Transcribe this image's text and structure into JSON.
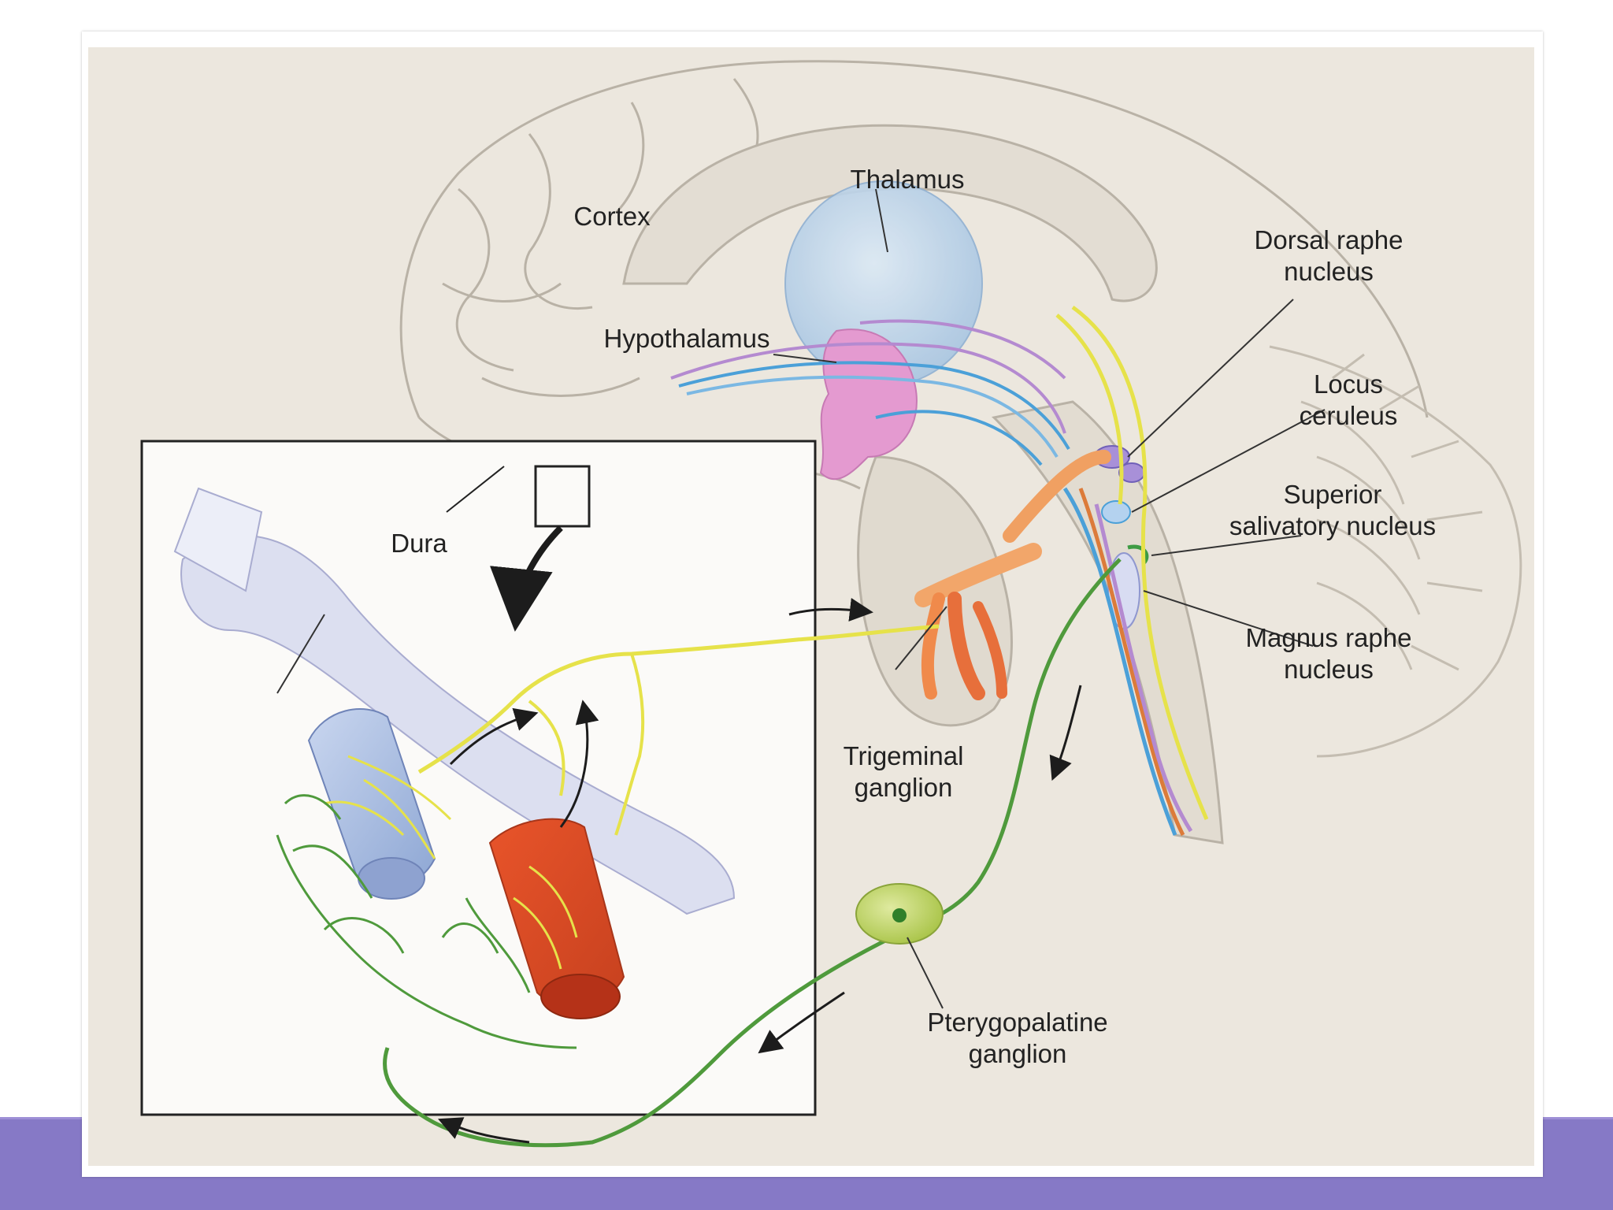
{
  "labels": {
    "thalamus": "Thalamus",
    "cortex": "Cortex",
    "hypothalamus": "Hypothalamus",
    "dorsal_raphe_line1": "Dorsal raphe",
    "dorsal_raphe_line2": "nucleus",
    "locus_ceruleus_line1": "Locus",
    "locus_ceruleus_line2": "ceruleus",
    "superior_salivatory_line1": "Superior",
    "superior_salivatory_line2": "salivatory nucleus",
    "magnus_raphe_line1": "Magnus raphe",
    "magnus_raphe_line2": "nucleus",
    "dura": "Dura",
    "trigeminal_line1": "Trigeminal",
    "trigeminal_line2": "ganglion",
    "pterygopalatine_line1": "Pterygopalatine",
    "pterygopalatine_line2": "ganglion"
  },
  "colors": {
    "background": "#ece7de",
    "inset_background": "#fbfaf8",
    "bottom_bar": "#8679c6",
    "thalamus": "#b9d3ea",
    "hypothalamus": "#e6a0d4",
    "trigeminal_nerve_yellow": "#e6e24a",
    "parasympathetic_green": "#4f9a3c",
    "serotonergic_blue": "#4ba0d8",
    "hypothalamic_purple": "#b48ad0",
    "artery_red": "#dc5b2a",
    "vein_blue": "#a3b7dc",
    "dura_lavender": "#c9cce6",
    "pterygopalatine_ganglion": "#c3d86d"
  }
}
